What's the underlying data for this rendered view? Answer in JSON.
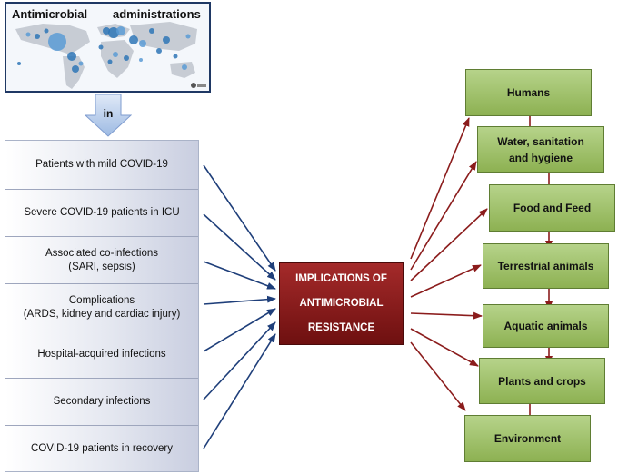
{
  "map": {
    "title_left": "Antimicrobial",
    "title_right": "administrations"
  },
  "in_label": "in",
  "left_items": [
    "Patients with mild COVID-19",
    "Severe  COVID-19 patients in ICU",
    "Associated co-infections\n(SARI, sepsis)",
    "Complications\n(ARDS, kidney and cardiac injury)",
    "Hospital-acquired infections",
    "Secondary infections",
    "COVID-19 patients in recovery"
  ],
  "center": "IMPLICATIONS OF\nANTIMICROBIAL\nRESISTANCE",
  "right_items": [
    "Humans",
    "Water, sanitation\nand hygiene",
    "Food and Feed",
    "Terrestrial animals",
    "Aquatic animals",
    "Plants and crops",
    "Environment"
  ],
  "colors": {
    "blue_arrow": "#1f3f7a",
    "red_arrow": "#8b1c1c",
    "center_box": "#8b1a1a",
    "right_box": "#9bbf63"
  }
}
